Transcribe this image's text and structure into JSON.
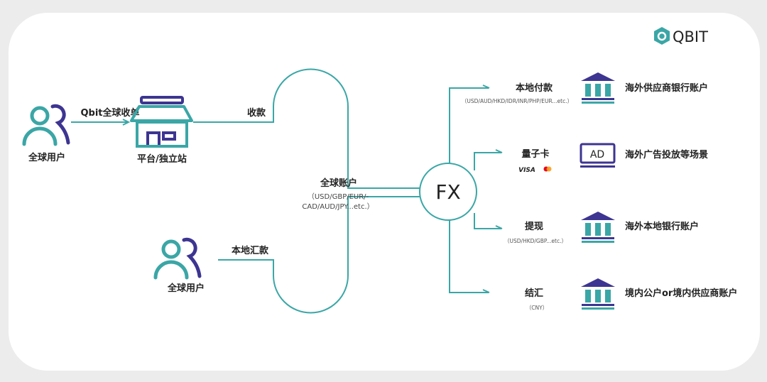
{
  "logo": {
    "text": "QBIT"
  },
  "colors": {
    "teal": "#3ba6a6",
    "purple": "#3d3591",
    "background": "#ececec",
    "card": "#ffffff"
  },
  "left": {
    "user_top": {
      "label": "全球用户",
      "icon": "users-icon"
    },
    "flow_top": "Qbit全球收单",
    "store": {
      "label": "平台/独立站",
      "icon": "store-icon"
    },
    "collect": "收款",
    "user_bottom": {
      "label": "全球用户",
      "icon": "users-icon"
    },
    "local_remit": "本地汇款"
  },
  "center": {
    "title": "全球账户",
    "currencies_1": "（USD/GBP/EUR/-",
    "currencies_2": "CAD/AUD/JPY...etc.）",
    "fx": "FX"
  },
  "outputs": [
    {
      "label": "本地付款",
      "sub": "（USD/AUD/HKD/IDR/INR/PHP/EUR...etc.）",
      "icon": "bank-icon",
      "target": "海外供应商银行账户"
    },
    {
      "label": "量子卡",
      "sub": "VISA",
      "icon": "ad-screen-icon",
      "icon_text": "AD",
      "target": "海外广告投放等场景"
    },
    {
      "label": "提现",
      "sub": "（USD/HKD/GBP...etc.）",
      "icon": "bank-icon",
      "target": "海外本地银行账户"
    },
    {
      "label": "结汇",
      "sub": "（CNY）",
      "icon": "bank-icon",
      "target": "境内公户or境内供应商账户"
    }
  ]
}
